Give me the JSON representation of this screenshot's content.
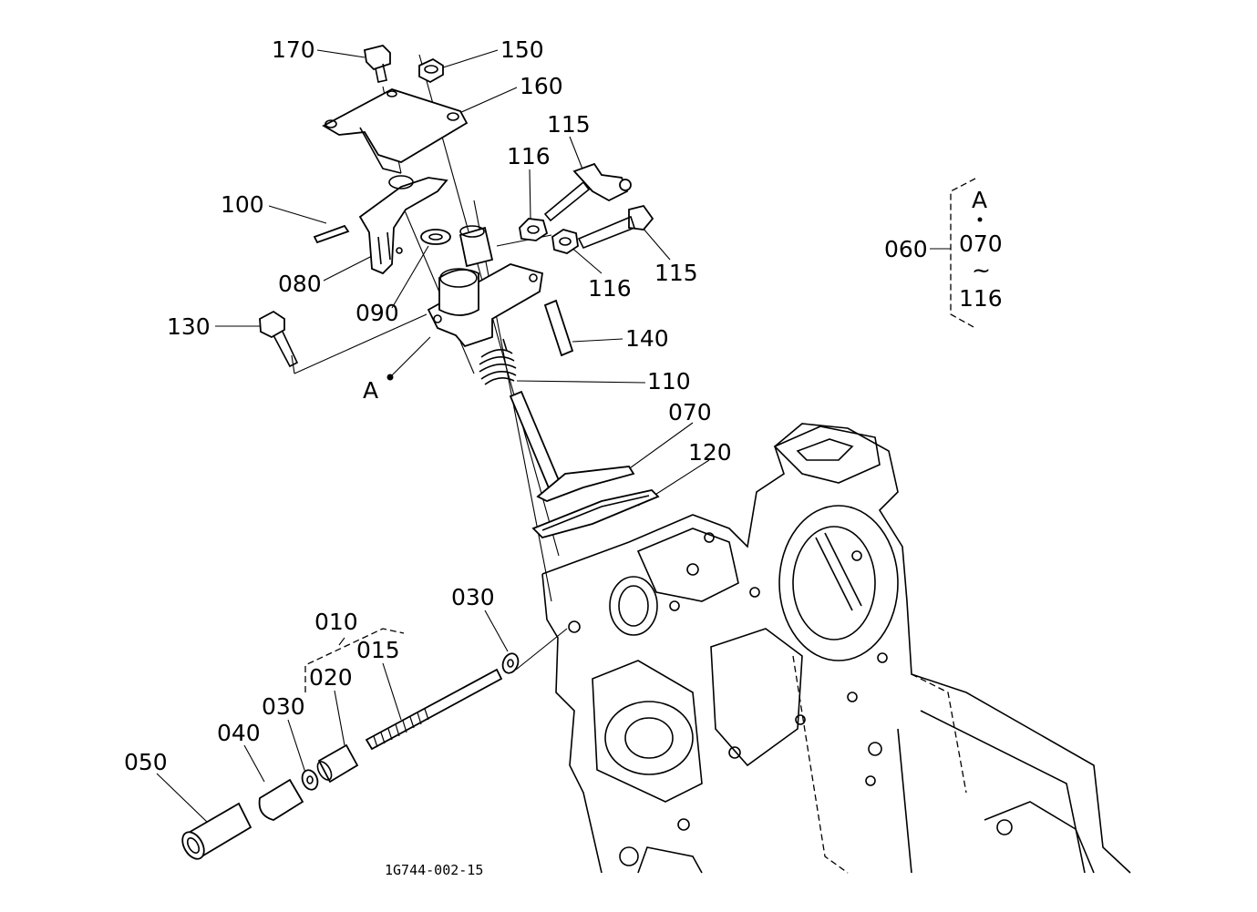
{
  "labels": {
    "p170": "170",
    "p150": "150",
    "p160": "160",
    "p115a": "115",
    "p116a": "116",
    "p100": "100",
    "p080": "080",
    "p090": "090",
    "p116b": "116",
    "p115b": "115",
    "p130": "130",
    "p140": "140",
    "pA": "A",
    "p110": "110",
    "p070": "070",
    "p120": "120",
    "p030a": "030",
    "p010": "010",
    "p015": "015",
    "p020": "020",
    "p030b": "030",
    "p040": "040",
    "p050": "050",
    "p060": "060",
    "setA": "A",
    "setFrom": "070",
    "setTilde": "~",
    "setTo": "116"
  },
  "drawing_code": "1G744-002-15"
}
